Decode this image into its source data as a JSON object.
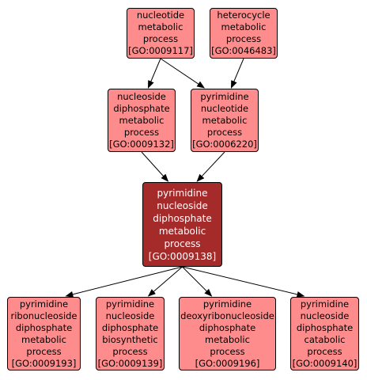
{
  "colors": {
    "node_fill": "#ff8c8c",
    "focus_fill": "#a52a2a",
    "border": "#000000",
    "edge": "#000000"
  },
  "nodes": {
    "go0009117": {
      "lines": [
        "nucleotide",
        "metabolic",
        "process",
        "[GO:0009117]"
      ]
    },
    "go0046483": {
      "lines": [
        "heterocycle",
        "metabolic",
        "process",
        "[GO:0046483]"
      ]
    },
    "go0009132": {
      "lines": [
        "nucleoside",
        "diphosphate",
        "metabolic",
        "process",
        "[GO:0009132]"
      ]
    },
    "go0006220": {
      "lines": [
        "pyrimidine",
        "nucleotide",
        "metabolic",
        "process",
        "[GO:0006220]"
      ]
    },
    "go0009138": {
      "lines": [
        "pyrimidine",
        "nucleoside",
        "diphosphate",
        "metabolic",
        "process",
        "[GO:0009138]"
      ]
    },
    "go0009193": {
      "lines": [
        "pyrimidine",
        "ribonucleoside",
        "diphosphate",
        "metabolic",
        "process",
        "[GO:0009193]"
      ]
    },
    "go0009139": {
      "lines": [
        "pyrimidine",
        "nucleoside",
        "diphosphate",
        "biosynthetic",
        "process",
        "[GO:0009139]"
      ]
    },
    "go0009196": {
      "lines": [
        "pyrimidine",
        "deoxyribonucleoside",
        "diphosphate",
        "metabolic",
        "process",
        "[GO:0009196]"
      ]
    },
    "go0009140": {
      "lines": [
        "pyrimidine",
        "nucleoside",
        "diphosphate",
        "catabolic",
        "process",
        "[GO:0009140]"
      ]
    }
  },
  "edges": [
    {
      "from": "go0009117",
      "to": "go0009132"
    },
    {
      "from": "go0009117",
      "to": "go0006220"
    },
    {
      "from": "go0046483",
      "to": "go0006220"
    },
    {
      "from": "go0009132",
      "to": "go0009138"
    },
    {
      "from": "go0006220",
      "to": "go0009138"
    },
    {
      "from": "go0009138",
      "to": "go0009193"
    },
    {
      "from": "go0009138",
      "to": "go0009139"
    },
    {
      "from": "go0009138",
      "to": "go0009196"
    },
    {
      "from": "go0009138",
      "to": "go0009140"
    }
  ]
}
